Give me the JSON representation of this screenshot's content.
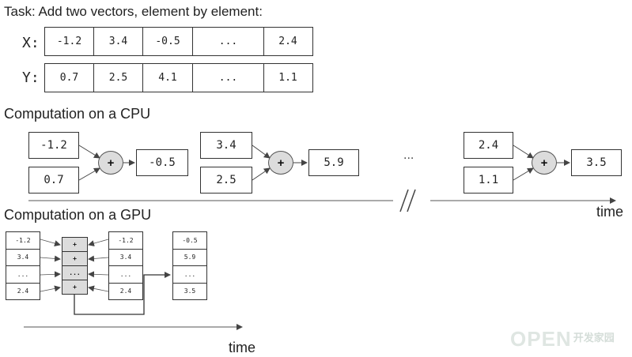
{
  "task_title": "Task: Add two vectors, element by element:",
  "vectors": {
    "x_label": "X:",
    "y_label": "Y:",
    "x_values": [
      "-1.2",
      "3.4",
      "-0.5",
      "...",
      "2.4"
    ],
    "y_values": [
      "0.7",
      "2.5",
      "4.1",
      "...",
      "1.1"
    ]
  },
  "cpu": {
    "title": "Computation on a CPU",
    "operator": "+",
    "ops": [
      {
        "a": "-1.2",
        "b": "0.7",
        "result": "-0.5"
      },
      {
        "a": "3.4",
        "b": "2.5",
        "result": "5.9"
      },
      {
        "a": "2.4",
        "b": "1.1",
        "result": "3.5"
      }
    ],
    "ellipsis": "...",
    "time_label": "time"
  },
  "gpu": {
    "title": "Computation on a GPU",
    "x_column": [
      "-1.2",
      "3.4",
      "...",
      "2.4"
    ],
    "operators": [
      "+",
      "+",
      "...",
      "+"
    ],
    "y_column": [
      "-1.2",
      "3.4",
      "...",
      "2.4"
    ],
    "result_column": [
      "-0.5",
      "5.9",
      "...",
      "3.5"
    ],
    "time_label": "time"
  },
  "watermark": {
    "latin": "OPEN",
    "cjk": "开发家园"
  },
  "colors": {
    "line": "#444444",
    "circle_fill": "#dcdcdc",
    "watermark": "#dfe6e2"
  }
}
